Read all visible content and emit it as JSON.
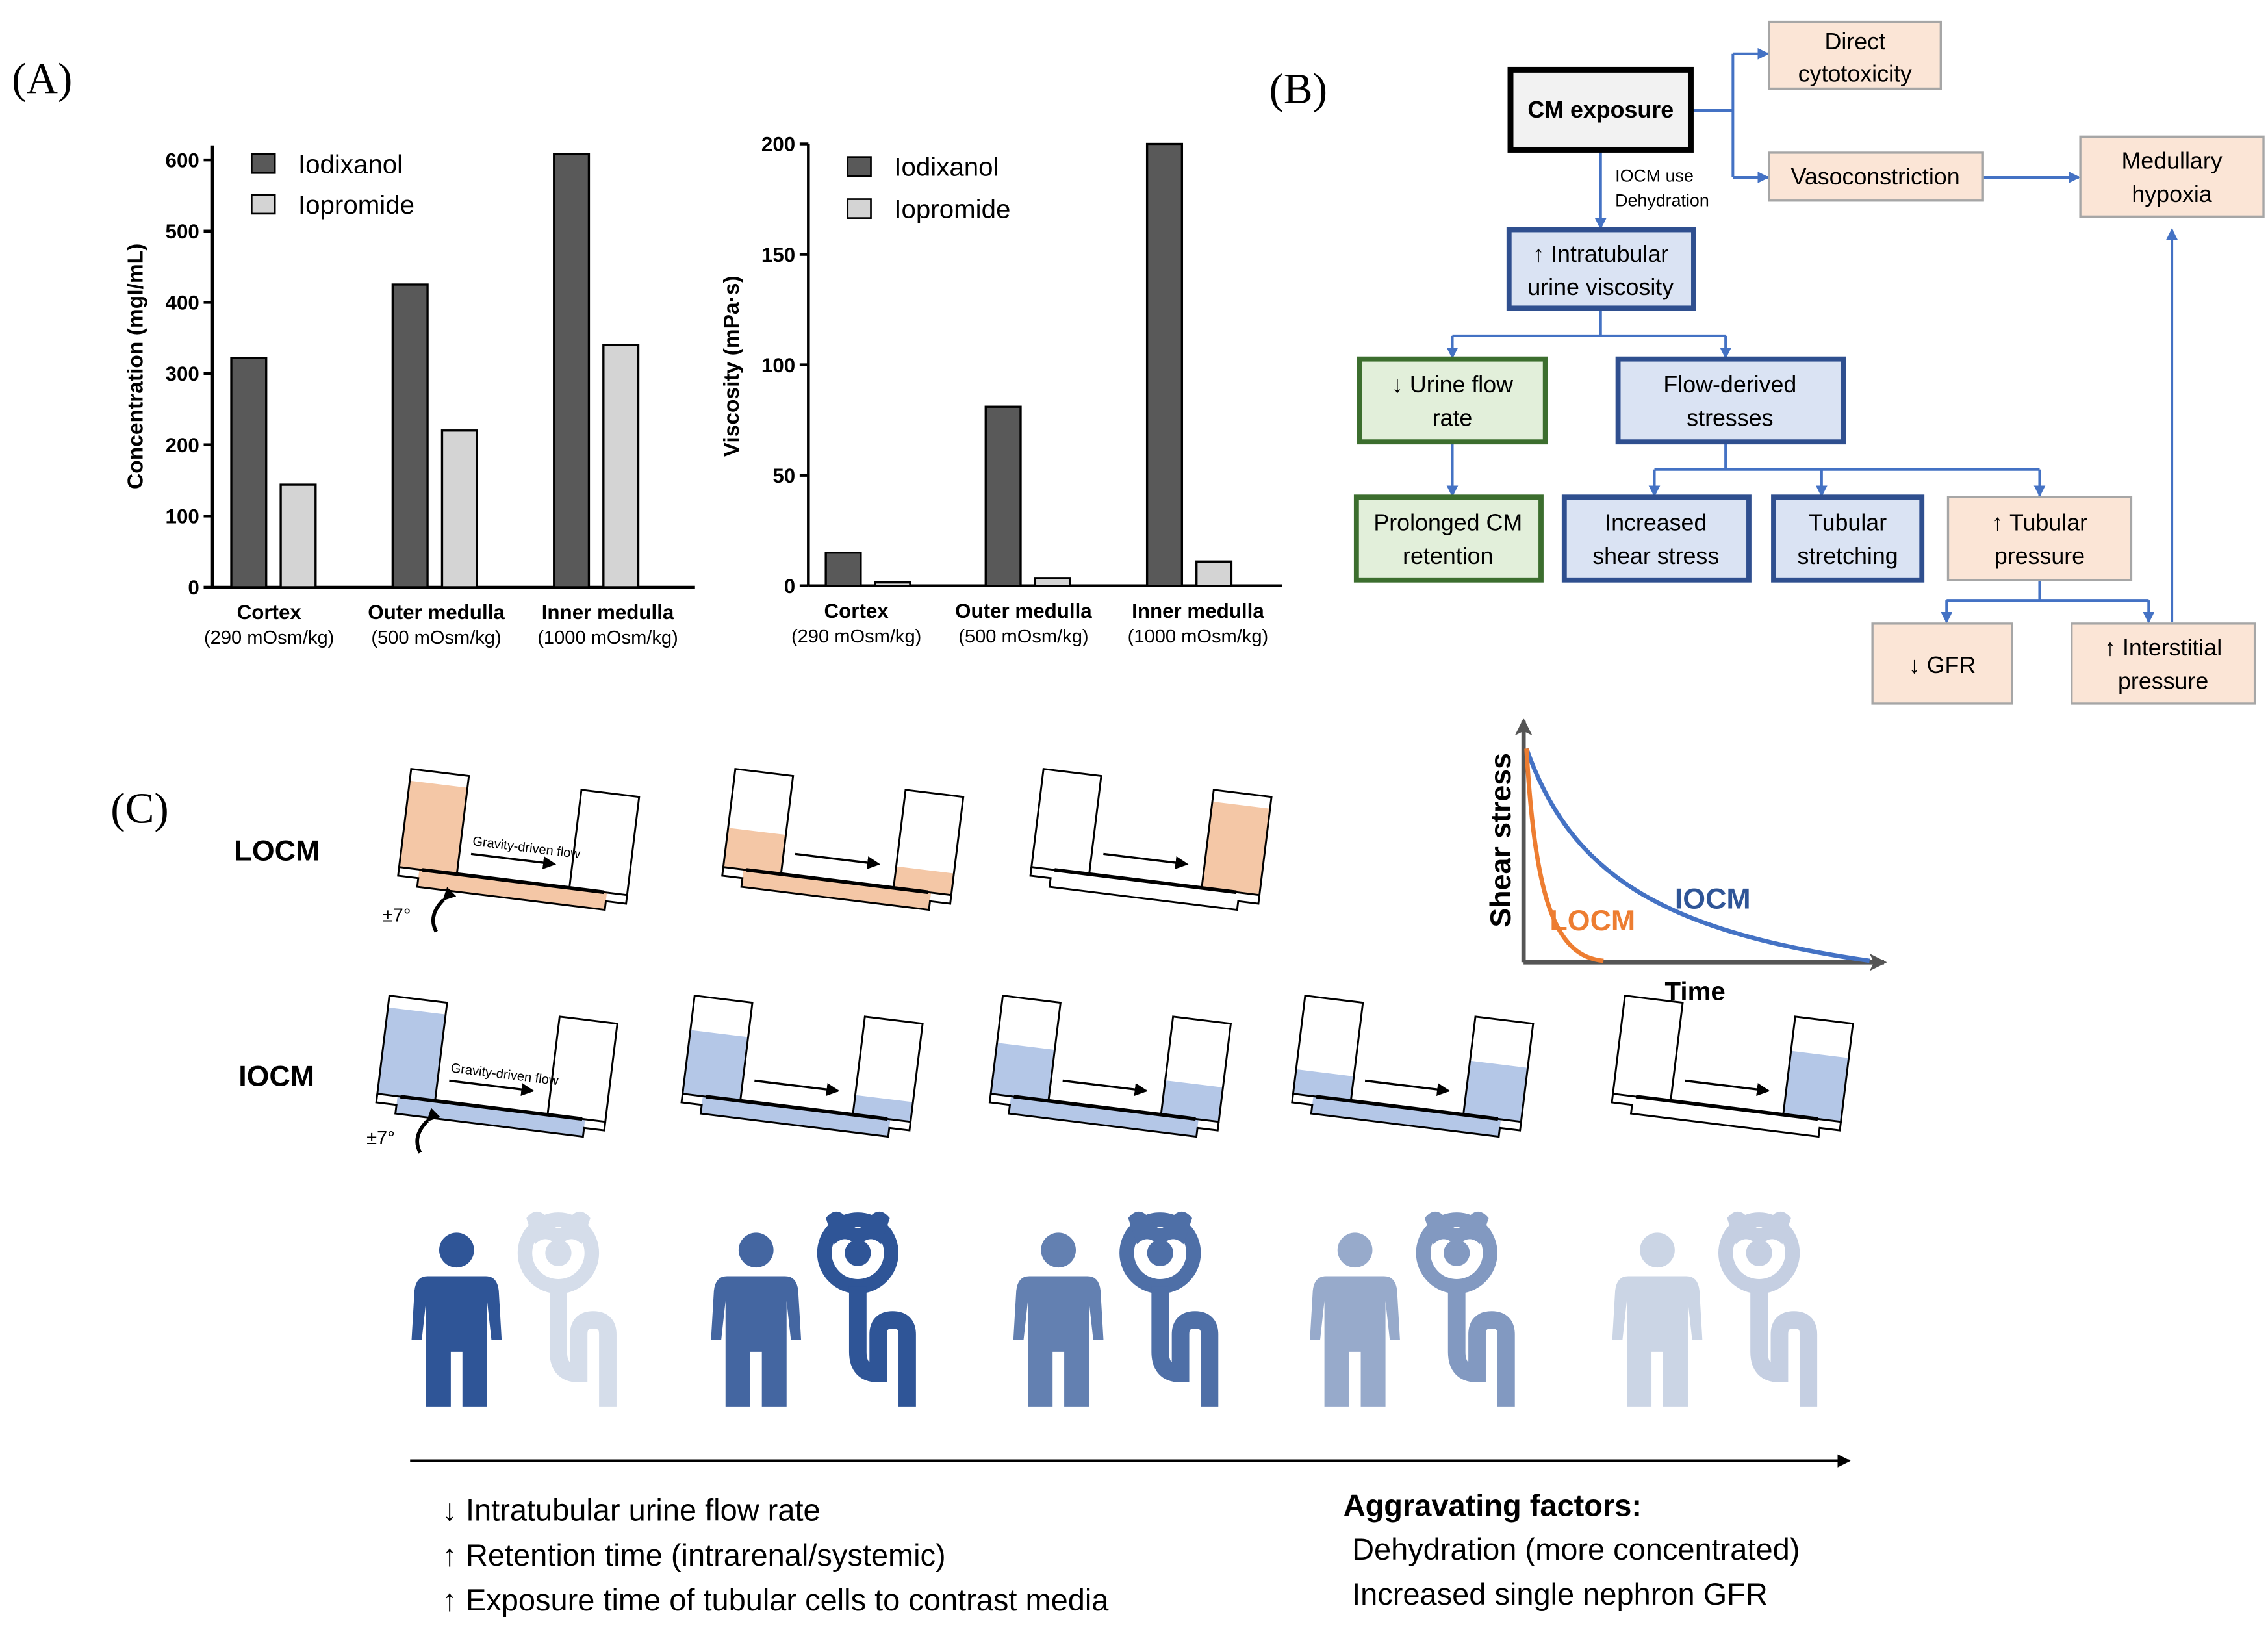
{
  "colors": {
    "dark_bar": "#595959",
    "light_bar": "#d4d4d4",
    "green_border": "#3c6e2e",
    "green_fill": "#e2efda",
    "blue_border": "#2f4f8f",
    "blue_fill": "#dae3f3",
    "peach_fill": "#fbe5d6",
    "peach_border": "#a6a6a6",
    "arrow_blue": "#4472c4",
    "locm_orange": "#f4c7a6",
    "iocm_blue": "#b4c7e7",
    "curve_orange": "#ed7d31",
    "curve_blue": "#4472c4",
    "figure_blue": "#2f5597"
  },
  "panels": {
    "a": "(A)",
    "b": "(B)",
    "c": "(C)"
  },
  "chart_data": [
    {
      "type": "bar",
      "ylabel": "Concentration (mgI/mL)",
      "ylim": [
        0,
        600
      ],
      "yticks": [
        "0",
        "100",
        "200",
        "300",
        "400",
        "500",
        "600"
      ],
      "categories": [
        "Cortex",
        "Outer medulla",
        "Inner medulla"
      ],
      "subcategories": [
        "(290 mOsm/kg)",
        "(500 mOsm/kg)",
        "(1000 mOsm/kg)"
      ],
      "series": [
        {
          "name": "Iodixanol",
          "values": [
            322,
            425,
            608
          ]
        },
        {
          "name": "Iopromide",
          "values": [
            144,
            220,
            340
          ]
        }
      ]
    },
    {
      "type": "bar",
      "ylabel": "Viscosity (mPa·s)",
      "ylim": [
        0,
        200
      ],
      "yticks": [
        "0",
        "50",
        "100",
        "150",
        "200"
      ],
      "categories": [
        "Cortex",
        "Outer medulla",
        "Inner medulla"
      ],
      "subcategories": [
        "(290 mOsm/kg)",
        "(500 mOsm/kg)",
        "(1000 mOsm/kg)"
      ],
      "series": [
        {
          "name": "Iodixanol",
          "values": [
            15,
            81,
            200
          ]
        },
        {
          "name": "Iopromide",
          "values": [
            1.5,
            3.5,
            11
          ]
        }
      ]
    }
  ],
  "flow": {
    "cm_exposure": "CM exposure",
    "direct_1": "Direct",
    "direct_2": "cytotoxicity",
    "vasoconstriction": "Vasoconstriction",
    "medullary_1": "Medullary",
    "medullary_2": "hypoxia",
    "iocm_note_1": "IOCM use",
    "iocm_note_2": "Dehydration",
    "viscosity_1": "↑ Intratubular",
    "viscosity_2": "urine viscosity",
    "urine_flow_1": "↓ Urine flow",
    "urine_flow_2": "rate",
    "flow_stress_1": "Flow-derived",
    "flow_stress_2": "stresses",
    "prolonged_1": "Prolonged CM",
    "prolonged_2": "retention",
    "shear_1": "Increased",
    "shear_2": "shear stress",
    "stretch_1": "Tubular",
    "stretch_2": "stretching",
    "tub_pressure_1": "↑ Tubular",
    "tub_pressure_2": "pressure",
    "gfr": "↓ GFR",
    "interstitial_1": "↑ Interstitial",
    "interstitial_2": "pressure"
  },
  "panel_c": {
    "locm_label": "LOCM",
    "iocm_label": "IOCM",
    "flow_label": "Gravity-driven flow",
    "angle": "±7°",
    "shear_ylabel": "Shear stress",
    "shear_xlabel": "Time",
    "shear_locm": "LOCM",
    "shear_iocm": "IOCM",
    "locm_fill": [
      [
        0.88,
        0
      ],
      [
        0.4,
        0.22
      ],
      [
        0,
        0.88
      ]
    ],
    "iocm_fill": [
      [
        0.88,
        0
      ],
      [
        0.65,
        0.2
      ],
      [
        0.52,
        0.35
      ],
      [
        0.25,
        0.55
      ],
      [
        0,
        0.65
      ]
    ],
    "effect_levels": [
      1.0,
      0.9,
      0.75,
      0.5,
      0.25
    ],
    "bottom_left": [
      "↓ Intratubular urine flow rate",
      "↑ Retention time (intrarenal/systemic)",
      "↑ Exposure time of tubular cells to contrast media"
    ],
    "aggravating_title": "Aggravating factors:",
    "aggravating": [
      "Dehydration (more concentrated)",
      "Increased single nephron GFR"
    ]
  }
}
